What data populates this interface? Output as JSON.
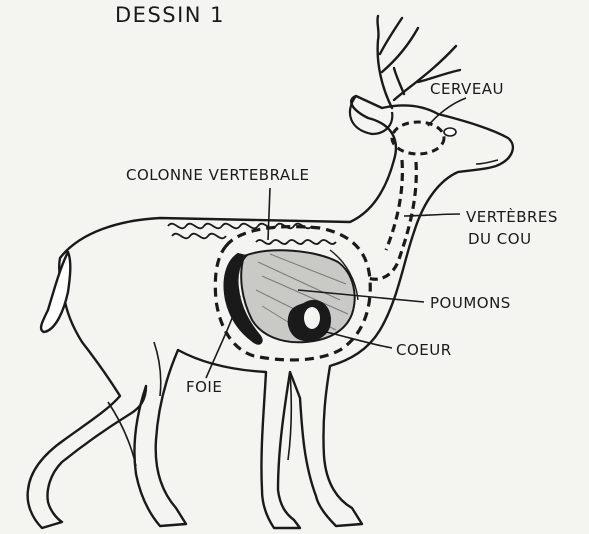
{
  "title": "DESSIN 1",
  "labels": {
    "cerveau": "CERVEAU",
    "colonne": "COLONNE VERTEBRALE",
    "vertebres_1": "VERTÈBRES",
    "vertebres_2": "DU COU",
    "poumons": "POUMONS",
    "coeur": "COEUR",
    "foie": "FOIE"
  }
}
